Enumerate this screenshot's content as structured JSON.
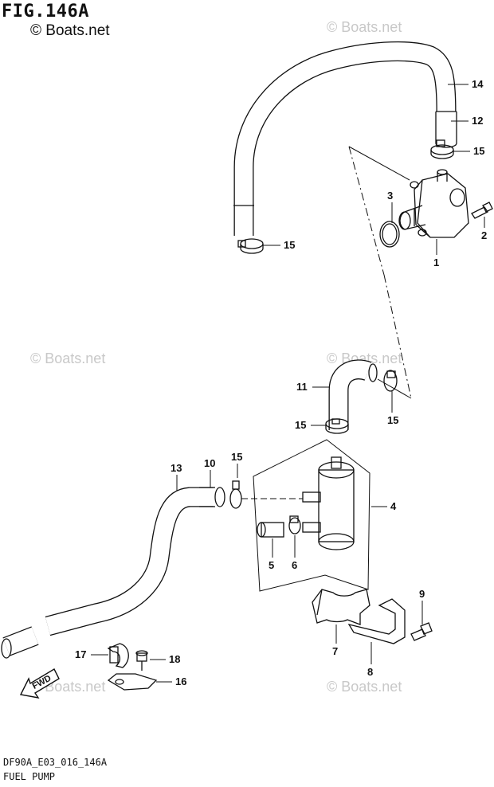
{
  "header": {
    "figure_number": "FIG.146A",
    "copyright": "© Boats.net"
  },
  "watermarks": [
    "© Boats.net",
    "© Boats.net",
    "© Boats.net",
    "© Boats.net",
    "© Boats.net"
  ],
  "footer": {
    "diagram_code": "DF90A_E03_016_146A",
    "section_title": "FUEL PUMP"
  },
  "direction_label": "FWD",
  "callouts": [
    {
      "id": "c14",
      "label": "14"
    },
    {
      "id": "c12",
      "label": "12"
    },
    {
      "id": "c15a",
      "label": "15"
    },
    {
      "id": "c3",
      "label": "3"
    },
    {
      "id": "c2",
      "label": "2"
    },
    {
      "id": "c1",
      "label": "1"
    },
    {
      "id": "c15b",
      "label": "15"
    },
    {
      "id": "c11",
      "label": "11"
    },
    {
      "id": "c15c",
      "label": "15"
    },
    {
      "id": "c15d",
      "label": "15"
    },
    {
      "id": "c13",
      "label": "13"
    },
    {
      "id": "c10",
      "label": "10"
    },
    {
      "id": "c15e",
      "label": "15"
    },
    {
      "id": "c4",
      "label": "4"
    },
    {
      "id": "c5",
      "label": "5"
    },
    {
      "id": "c6",
      "label": "6"
    },
    {
      "id": "c9",
      "label": "9"
    },
    {
      "id": "c7",
      "label": "7"
    },
    {
      "id": "c8",
      "label": "8"
    },
    {
      "id": "c17",
      "label": "17"
    },
    {
      "id": "c18",
      "label": "18"
    },
    {
      "id": "c16",
      "label": "16"
    }
  ]
}
